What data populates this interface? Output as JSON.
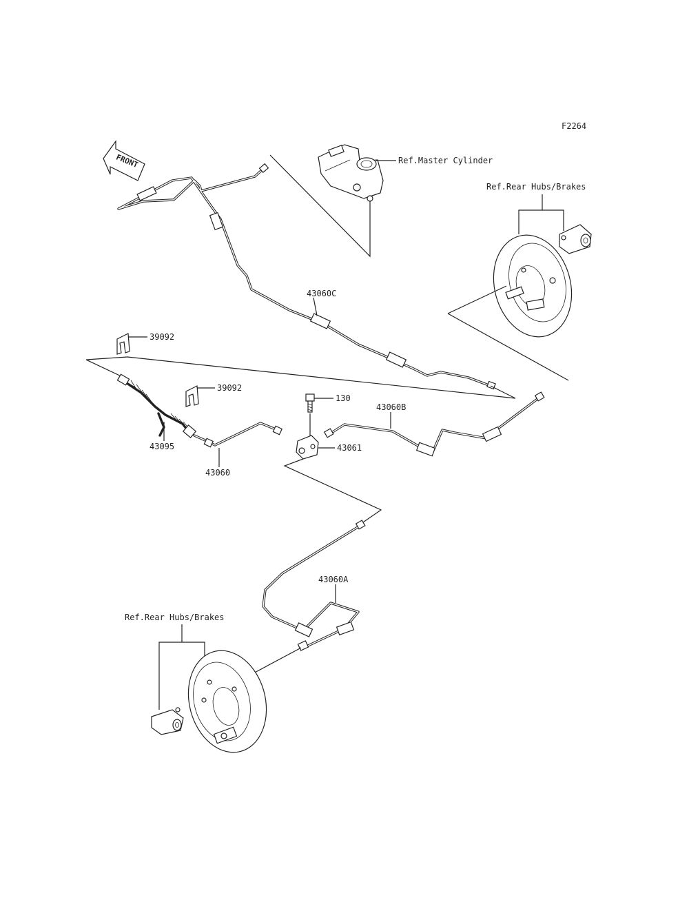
{
  "figure_code": "F2264",
  "front_label": "FRONT",
  "refs": {
    "master_cylinder": "Ref.Master Cylinder",
    "rear_hubs_brakes_right": "Ref.Rear Hubs/Brakes",
    "rear_hubs_brakes_left": "Ref.Rear Hubs/Brakes"
  },
  "parts": {
    "p43060C": "43060C",
    "p39092_a": "39092",
    "p39092_b": "39092",
    "p130": "130",
    "p43060B": "43060B",
    "p43061": "43061",
    "p43095": "43095",
    "p43060": "43060",
    "p43060A": "43060A"
  }
}
